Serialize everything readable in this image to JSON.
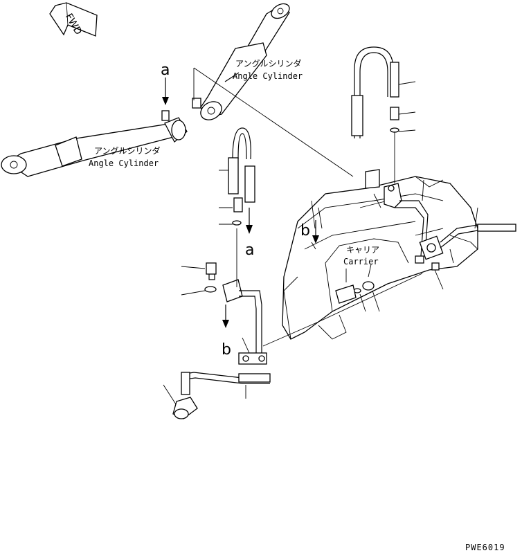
{
  "fwd_label": "FWD",
  "labels": {
    "cyl_top_ja": "アングルシリンダ",
    "cyl_top_en": "Angle Cylinder",
    "cyl_left_ja": "アングルシリンダ",
    "cyl_left_en": "Angle Cylinder",
    "carrier_ja": "キャリア",
    "carrier_en": "Carrier"
  },
  "markers": {
    "a_top": "a",
    "a_mid": "a",
    "b_mid": "b",
    "b_bottom": "b"
  },
  "drawing_code": "PWE6019"
}
